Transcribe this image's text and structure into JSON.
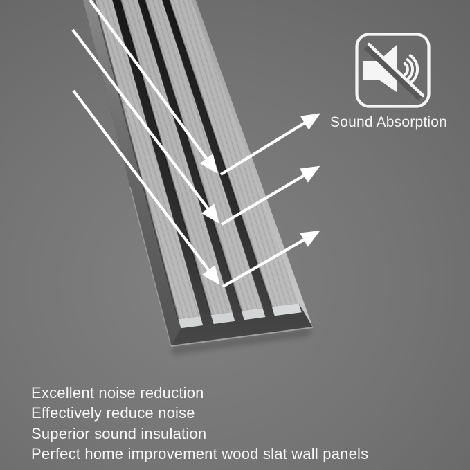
{
  "badge": {
    "icon": "muted-speaker-icon",
    "label": "Sound Absorption"
  },
  "features": [
    "Excellent noise reduction",
    "Effectively reduce noise",
    "Superior sound insulation",
    "Perfect home improvement wood slat wall panels"
  ],
  "panel": {
    "name": "wood-slat-acoustic-panel",
    "slat_count": 4,
    "groove_count": 3,
    "bounce_arrow_count": 3
  },
  "colors": {
    "background_center": "#818181",
    "background_edge": "#535353",
    "slat_face": "#b2b2b2",
    "slat_end_face": "#cfd2d2",
    "backing": "#1e1e1e",
    "arrow": "#ffffff",
    "text": "#f7f7f7"
  }
}
